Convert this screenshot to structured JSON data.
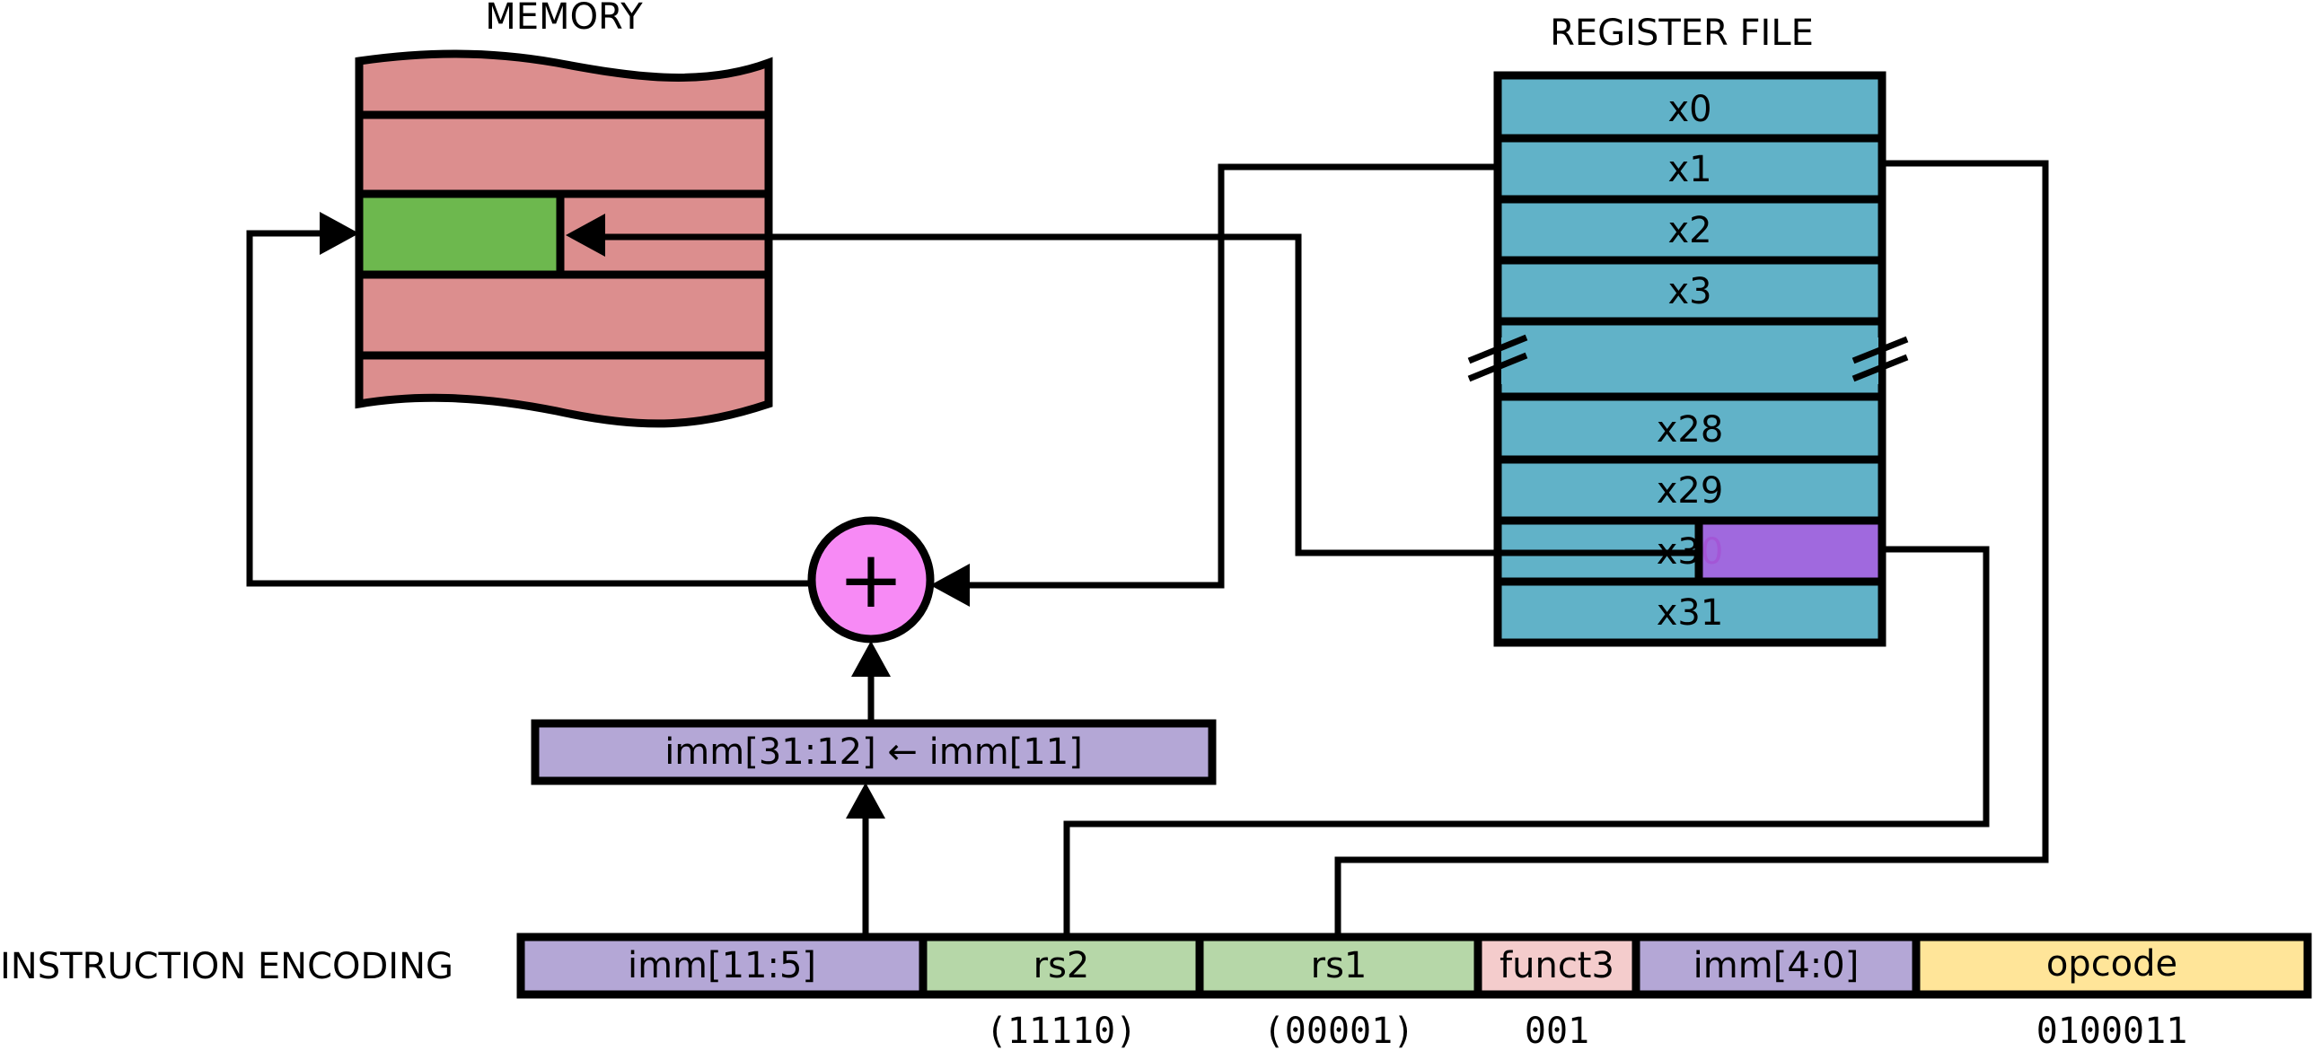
{
  "titles": {
    "memory": "MEMORY",
    "register_file": "REGISTER FILE",
    "instruction_encoding": "INSTRUCTION ENCODING"
  },
  "registers": {
    "x0": "x0",
    "x1": "x1",
    "x2": "x2",
    "x3": "x3",
    "x28": "x28",
    "x29": "x29",
    "x30_prefix": "x3",
    "x30_suffix": "0",
    "x31": "x31"
  },
  "adder": {
    "symbol": "+"
  },
  "sign_extend": {
    "label": "imm[31:12] ← imm[11]"
  },
  "encoding": {
    "fields": {
      "imm_11_5": "imm[11:5]",
      "rs2": "rs2",
      "rs1": "rs1",
      "funct3": "funct3",
      "imm_4_0": "imm[4:0]",
      "opcode": "opcode"
    },
    "values": {
      "rs2": "(11110)",
      "rs1": "(00001)",
      "funct3": "001",
      "opcode": "0100011"
    }
  },
  "colors": {
    "memory": "#dc8e8e",
    "memory_word": "#6db84e",
    "register": "#61b2c8",
    "register_highlight": "#a85ee0",
    "adder": "#f78af5",
    "immediate": "#b4a7d6",
    "register_field": "#b6d7a8",
    "funct3": "#f4cccc",
    "opcode": "#ffe599"
  }
}
